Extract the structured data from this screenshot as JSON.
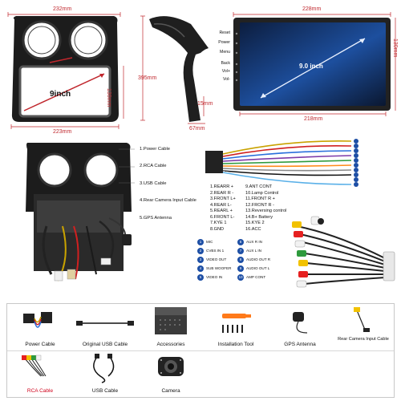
{
  "frame_panel": {
    "dim_top": "232mm",
    "dim_height": "130mm",
    "dim_bottom": "223mm",
    "screen_size": "9inch"
  },
  "bracket_panel": {
    "dim_height": "395mm",
    "dim_depth": "15mm",
    "dim_bottom": "67mm"
  },
  "head_unit_panel": {
    "dim_width": "228mm",
    "dim_height": "130mm",
    "dim_bottom": "218mm",
    "screen_size": "9.0 inch",
    "button_labels": [
      "Reset",
      "Power",
      "Menu",
      "Back",
      "Vol+",
      "Vol-"
    ]
  },
  "cable_legend": {
    "items": [
      "1.Power Cable",
      "2.RCA Cable",
      "3.USB Cable",
      "4.Rear Camera Input Cable",
      "5.GPS Antenna"
    ]
  },
  "power_pinout": {
    "left_column": [
      "1.REARR +",
      "2.REAR R -",
      "3.FRONT L+",
      "4.REAR L-",
      "5.REARL +",
      "6.FRONT L-",
      "7.KYE 1",
      "8.GND"
    ],
    "right_column": [
      "9.ANT CONT",
      "10.Lamp Control",
      "11.FRONT R +",
      "12.FRONT R -",
      "13.Reversing control",
      "14.B+ Battery",
      "15.KYE 2",
      "16.ACC"
    ]
  },
  "rca_legend": {
    "left": [
      {
        "num": "1",
        "label": "MIC"
      },
      {
        "num": "2",
        "label": "CVBS IN 1"
      },
      {
        "num": "3",
        "label": "VIDEO OUT"
      },
      {
        "num": "4",
        "label": "SUB WOOFER"
      },
      {
        "num": "5",
        "label": "VIDEO IN"
      }
    ],
    "right": [
      {
        "num": "6",
        "label": "AUX R IN"
      },
      {
        "num": "7",
        "label": "AUX L IN"
      },
      {
        "num": "8",
        "label": "AUDIO OUT R"
      },
      {
        "num": "9",
        "label": "AUDIO OUT L"
      },
      {
        "num": "10",
        "label": "AMP CONT"
      }
    ]
  },
  "accessories": {
    "row1": [
      {
        "label": "Power Cable",
        "icon": "power-harness-icon"
      },
      {
        "label": "Original USB Cable",
        "icon": "usb-cable-icon"
      },
      {
        "label": "Accessories",
        "icon": "accessory-box-icon"
      },
      {
        "label": "Installation Tool",
        "icon": "pry-tool-icon"
      },
      {
        "label": "GPS Antenna",
        "icon": "gps-antenna-icon"
      },
      {
        "label": "Rear Camera Input Cable",
        "icon": "camera-cable-icon"
      }
    ],
    "row2": [
      {
        "label": "RCA Cable",
        "icon": "rca-cable-icon"
      },
      {
        "label": "USB Cable",
        "icon": "usb-cable-icon"
      },
      {
        "label": "Camera",
        "icon": "camera-icon"
      }
    ]
  },
  "colors": {
    "dimension_red": "#c0272d",
    "legend_dot_blue": "#1e4fa5",
    "frame_black": "#1a1a1a",
    "screen_blue": "#2f6fd6"
  }
}
